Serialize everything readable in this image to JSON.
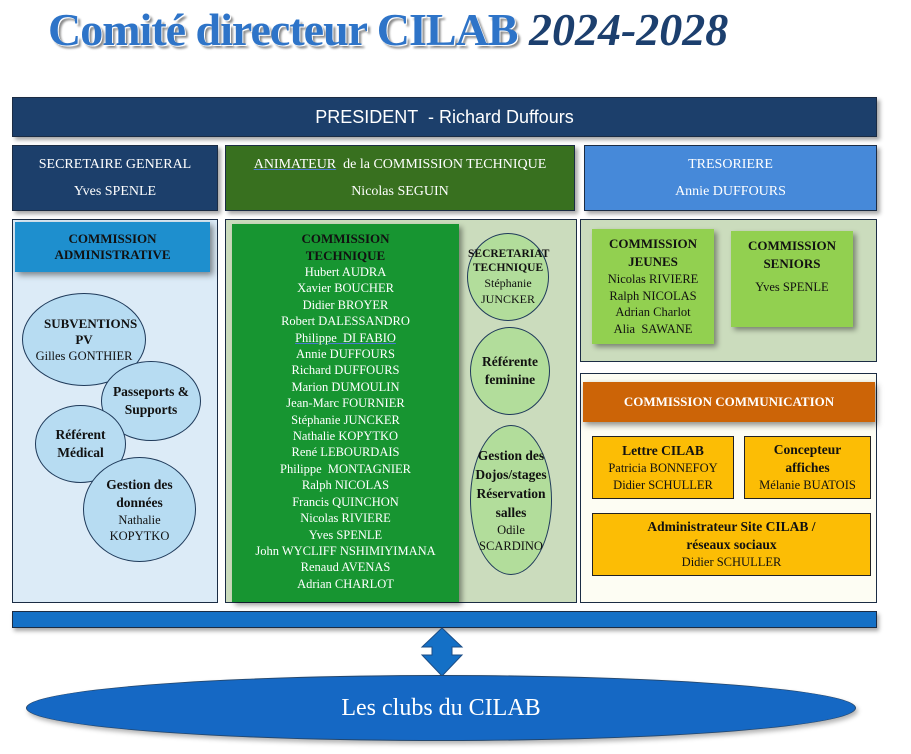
{
  "title": {
    "main": "Comité directeur CILAB",
    "years": "2024-2028"
  },
  "president": {
    "label": "PRESIDENT  - Richard Duffours"
  },
  "roles": {
    "secretaire": {
      "title": "SECRETAIRE GENERAL",
      "name": "Yves SPENLE"
    },
    "animateur": {
      "title_part1": "ANIMATEUR",
      "title_part2": "  de la COMMISSION TECHNIQUE",
      "name": "Nicolas SEGUIN"
    },
    "tresoriere": {
      "title": "TRESORIERE",
      "name": "Annie DUFFOURS"
    }
  },
  "commission_administrative": {
    "title": "COMMISSION ADMINISTRATIVE",
    "bubbles": [
      {
        "title": "SUBVENTIONS PV",
        "name": "Gilles GONTHIER"
      },
      {
        "title": "Passeports & Supports",
        "name": ""
      },
      {
        "title": "Référent Médical",
        "name": ""
      },
      {
        "title": "Gestion des données",
        "name": "Nathalie KOPYTKO"
      }
    ]
  },
  "commission_technique": {
    "title": "COMMISSION TECHNIQUE",
    "members": [
      "Hubert AUDRA",
      "Xavier BOUCHER",
      "Didier BROYER",
      "Robert DALESSANDRO",
      "Philippe  DI FABIO",
      "Annie DUFFOURS",
      "Richard DUFFOURS",
      "Marion DUMOULIN",
      "Jean-Marc FOURNIER",
      "Stéphanie JUNCKER",
      "Nathalie KOPYTKO",
      "René LEBOURDAIS",
      "Philippe  MONTAGNIER",
      "Ralph NICOLAS",
      "Francis QUINCHON",
      "Nicolas RIVIERE",
      "Yves SPENLE",
      "John WYCLIFF NSHIMIYIMANA",
      "Renaud AVENAS",
      "Adrian CHARLOT"
    ],
    "bubbles": [
      {
        "title": "SECRETARIAT TECHNIQUE",
        "name_line1": "Stéphanie",
        "name_line2": "JUNCKER"
      },
      {
        "title": "Référente feminine"
      },
      {
        "title": "Gestion des Dojos/stages Réservation salles",
        "name_line1": "Odile",
        "name_line2": "SCARDINO"
      }
    ]
  },
  "commission_jeunes": {
    "title": "COMMISSION JEUNES",
    "members": [
      "Nicolas RIVIERE",
      "Ralph NICOLAS",
      "Adrian Charlot",
      "Alia  SAWANE"
    ]
  },
  "commission_seniors": {
    "title": "COMMISSION SENIORS",
    "members": [
      "Yves SPENLE"
    ]
  },
  "commission_communication": {
    "title": "COMMISSION COMMUNICATION",
    "boxes": [
      {
        "title": "Lettre CILAB",
        "members": [
          "Patricia BONNEFOY",
          "Didier SCHULLER"
        ]
      },
      {
        "title": "Concepteur affiches",
        "members": [
          "Mélanie BUATOIS"
        ]
      },
      {
        "title": "Administrateur Site CILAB / réseaux sociaux",
        "members": [
          "Didier SCHULLER"
        ]
      }
    ]
  },
  "connector": {
    "icon": "double-arrow-vertical"
  },
  "clubs": {
    "label": "Les clubs du CILAB"
  },
  "colors": {
    "president": "#1c3f6b",
    "animateur": "#38701f",
    "tresoriere": "#4689d9",
    "tech_green": "#179531",
    "light_green": "#92d050",
    "communication": "#cc6407",
    "yellow": "#fcbd05",
    "clubs_blue": "#1568c4",
    "title_blue": "#2e74c8"
  }
}
